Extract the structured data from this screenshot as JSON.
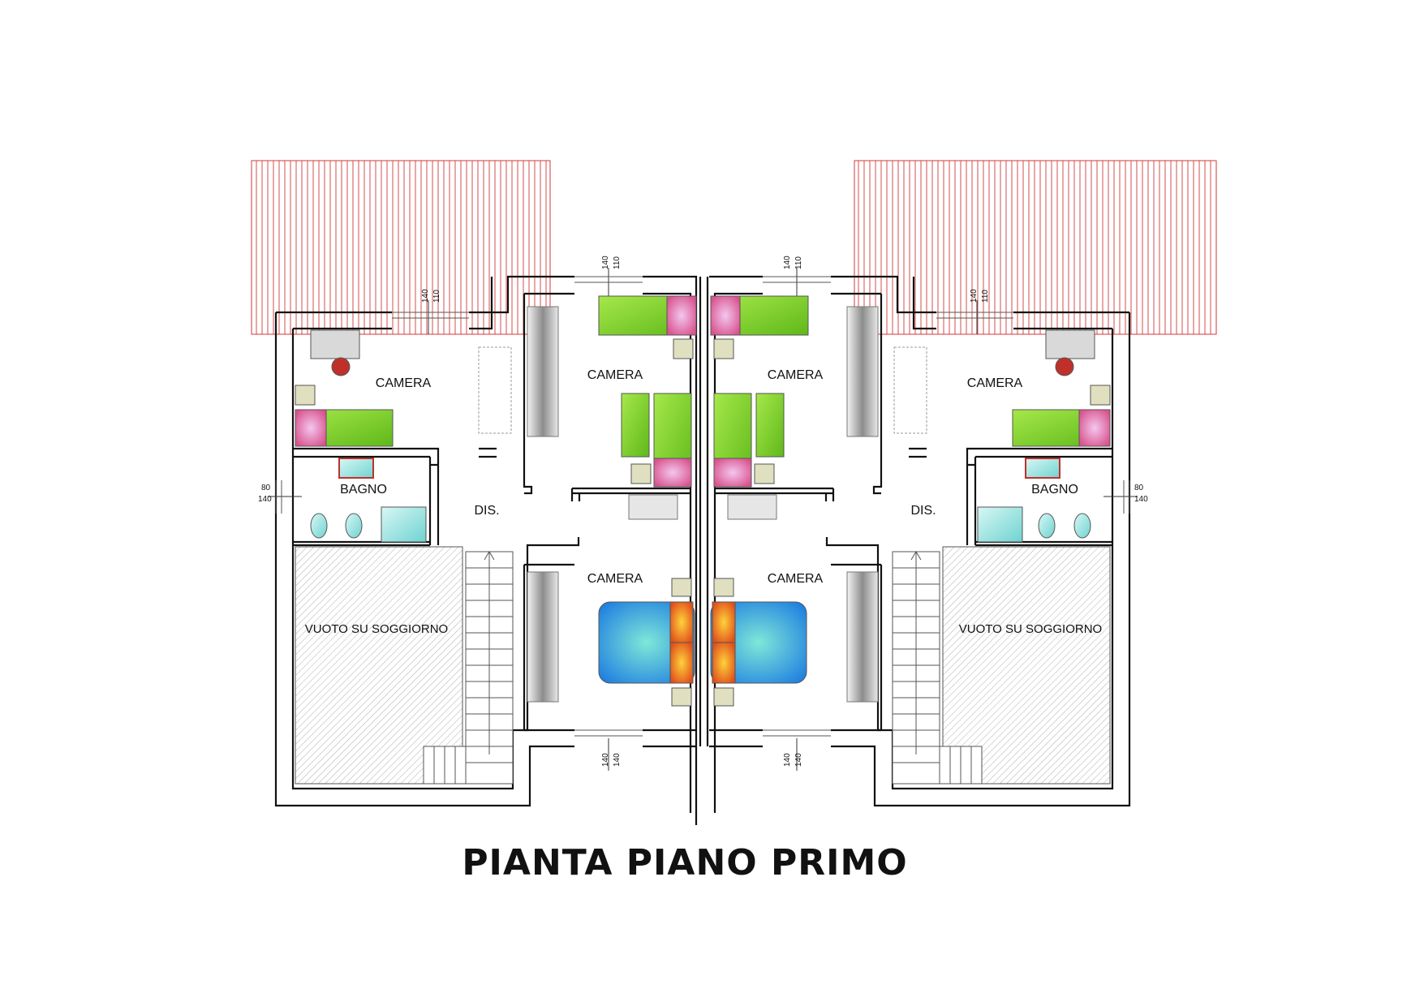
{
  "title": "PIANTA PIANO PRIMO",
  "colors": {
    "roof_hatch": "#d23a3a",
    "bed_green": "#7ed321",
    "bed_pink": "#e88bd6",
    "double_bed_blue": "#2aa8e8",
    "pillow_orange": "#f28a1e",
    "bath_fixture_cyan": "#8fe3e0",
    "void_hatch": "#9a9a9a",
    "wall": "#111111"
  },
  "left_unit": {
    "rooms": {
      "bedroom_single": "CAMERA",
      "bedroom_twin": "CAMERA",
      "bedroom_double": "CAMERA",
      "bathroom": "BAGNO",
      "hall": "DIS.",
      "void": "VUOTO SU SOGGIORNO"
    },
    "windows": {
      "single_top": [
        "140",
        "110"
      ],
      "twin_top": [
        "140",
        "110"
      ],
      "bath_side": [
        "80",
        "140"
      ],
      "double_bottom": [
        "140",
        "140"
      ]
    }
  },
  "right_unit": {
    "rooms": {
      "bedroom_single": "CAMERA",
      "bedroom_twin": "CAMERA",
      "bedroom_double": "CAMERA",
      "bathroom": "BAGNO",
      "hall": "DIS.",
      "void": "VUOTO SU SOGGIORNO"
    },
    "windows": {
      "single_top": [
        "140",
        "110"
      ],
      "twin_top": [
        "140",
        "110"
      ],
      "bath_side": [
        "80",
        "140"
      ],
      "double_bottom": [
        "140",
        "140"
      ]
    }
  }
}
